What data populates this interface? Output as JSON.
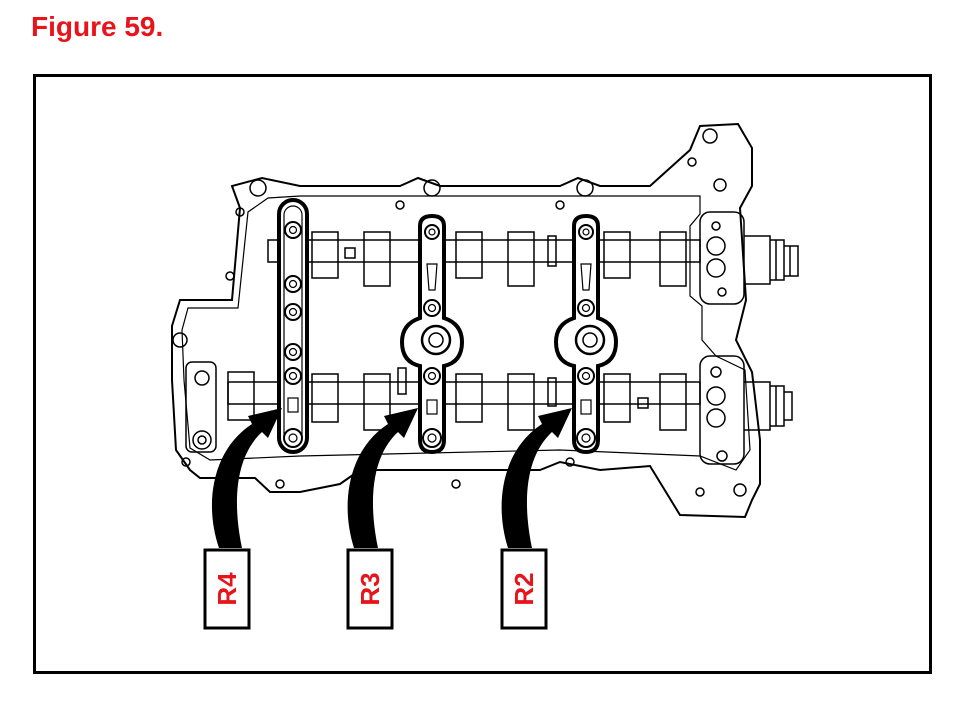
{
  "figure": {
    "title": "Figure 59.",
    "title_color": "#e8141b"
  },
  "callouts": [
    {
      "id": "R4",
      "label": "R4"
    },
    {
      "id": "R3",
      "label": "R3"
    },
    {
      "id": "R2",
      "label": "R2"
    }
  ],
  "colors": {
    "line": "#000000",
    "label_text": "#e8141b",
    "background": "#ffffff"
  }
}
